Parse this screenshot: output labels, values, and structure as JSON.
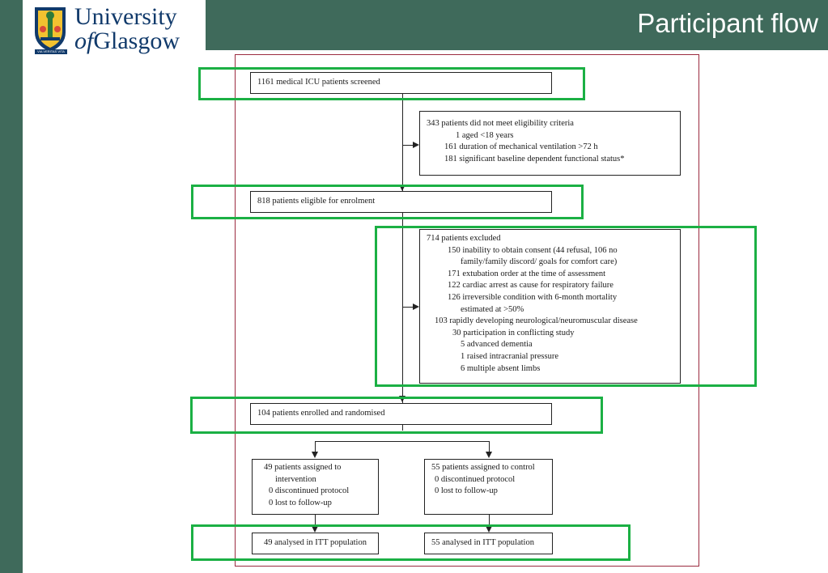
{
  "header": {
    "title": "Participant flow",
    "logo": {
      "line1": "University",
      "line2_prefix": "of",
      "line2_rest": "Glasgow",
      "motto": "VIA VERITAS VITA"
    }
  },
  "flow": {
    "screened": "1161 medical ICU patients screened",
    "ineligible": {
      "head": "343 patients did not meet eligibility criteria",
      "items": [
        "1 aged <18 years",
        "161 duration of mechanical ventilation >72 h",
        "181 significant baseline dependent functional status*"
      ]
    },
    "eligible": "818 patients eligible for enrolment",
    "excluded": {
      "head": "714 patients excluded",
      "items": [
        "150 inability to obtain consent (44 refusal, 106 no",
        "family/family discord/ goals for comfort care)",
        "171 extubation order at the time of assessment",
        "122 cardiac arrest as cause for respiratory failure",
        "126 irreversible condition with 6-month mortality",
        "estimated at >50%",
        "103 rapidly developing neurological/neuromuscular disease",
        "30 participation in conflicting study",
        "5 advanced dementia",
        "1 raised intracranial pressure",
        "6 multiple absent limbs"
      ]
    },
    "randomised": "104 patients enrolled and randomised",
    "intervention": {
      "lines": [
        "49 patients assigned to",
        "intervention",
        "0 discontinued protocol",
        "0 lost to follow-up"
      ]
    },
    "control": {
      "lines": [
        "55 patients assigned to control",
        "0 discontinued protocol",
        "0 lost to follow-up"
      ]
    },
    "analysed_intervention": "49 analysed in ITT population",
    "analysed_control": "55 analysed in ITT population"
  },
  "colors": {
    "header_bg": "#3f6a5b",
    "highlight": "#1bb044",
    "frame": "#9b2b3f",
    "logo_blue": "#113a6b"
  }
}
